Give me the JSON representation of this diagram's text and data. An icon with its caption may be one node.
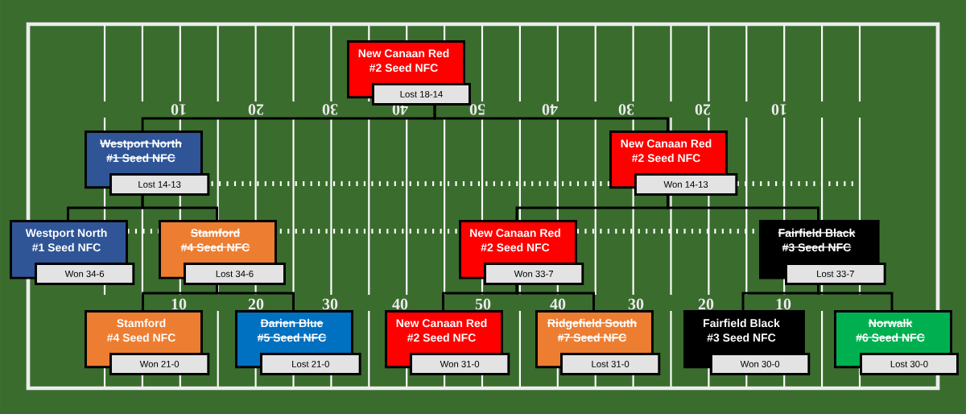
{
  "diagram": {
    "nodes": [
      {
        "text": [
          "New Canaan Red",
          "#2 Seed NFC",
          "Lost 18-14"
        ]
      },
      {
        "text": [
          "Westport North",
          "#1 Seed NFC",
          "Lost 14-13"
        ]
      },
      {
        "text": [
          "New Canaan Red",
          "#2 Seed NFC",
          "Won 14-13"
        ]
      },
      {
        "text": [
          "Westport North",
          "#1 Seed NFC",
          "Won 34-6"
        ]
      },
      {
        "text": [
          "Stamford",
          "#4 Seed NFC",
          "Lost 34-6"
        ]
      },
      {
        "text": [
          "New Canaan Red",
          "#2 Seed NFC",
          "Won 33-7"
        ]
      },
      {
        "text": [
          "Fairfield Black",
          "#3 Seed NFC",
          "Lost 33-7"
        ]
      },
      {
        "text": [
          "Stamford",
          "#4 Seed NFC",
          "Won 21-0"
        ]
      },
      {
        "text": [
          "Darien Blue",
          "#5 Seed NFC",
          "Lost 21-0"
        ]
      },
      {
        "text": [
          "New Canaan Red",
          "#2 Seed NFC",
          "Won 31-0"
        ]
      },
      {
        "text": [
          "Ridgefield South",
          "#7 Seed NFC",
          "Lost 31-0"
        ]
      },
      {
        "text": [
          "Fairfield Black",
          "#3 Seed NFC",
          "Won 30-0"
        ]
      },
      {
        "text": [
          "Norwalk",
          "#6 Seed NFC",
          "Lost 30-0"
        ]
      }
    ],
    "edges": [
      {
        "from": 1,
        "to": 0,
        "arrow": "none"
      },
      {
        "from": 2,
        "to": 0,
        "arrow": "none"
      },
      {
        "from": 3,
        "to": 1,
        "arrow": "none"
      },
      {
        "from": 4,
        "to": 1,
        "arrow": "none"
      },
      {
        "from": 5,
        "to": 2,
        "arrow": "none"
      },
      {
        "from": 6,
        "to": 2,
        "arrow": "none"
      },
      {
        "from": 7,
        "to": 4,
        "arrow": "none"
      },
      {
        "from": 8,
        "to": 4,
        "arrow": "none"
      },
      {
        "from": 9,
        "to": 5,
        "arrow": "none"
      },
      {
        "from": 10,
        "to": 5,
        "arrow": "none"
      },
      {
        "from": 11,
        "to": 6,
        "arrow": "none"
      },
      {
        "from": 12,
        "to": 6,
        "arrow": "none"
      }
    ],
    "labels": [
      "10",
      "20",
      "30",
      "40",
      "50",
      "40",
      "30",
      "20",
      "10",
      "10",
      "20",
      "30",
      "40",
      "50",
      "40",
      "30",
      "20",
      "10"
    ]
  }
}
